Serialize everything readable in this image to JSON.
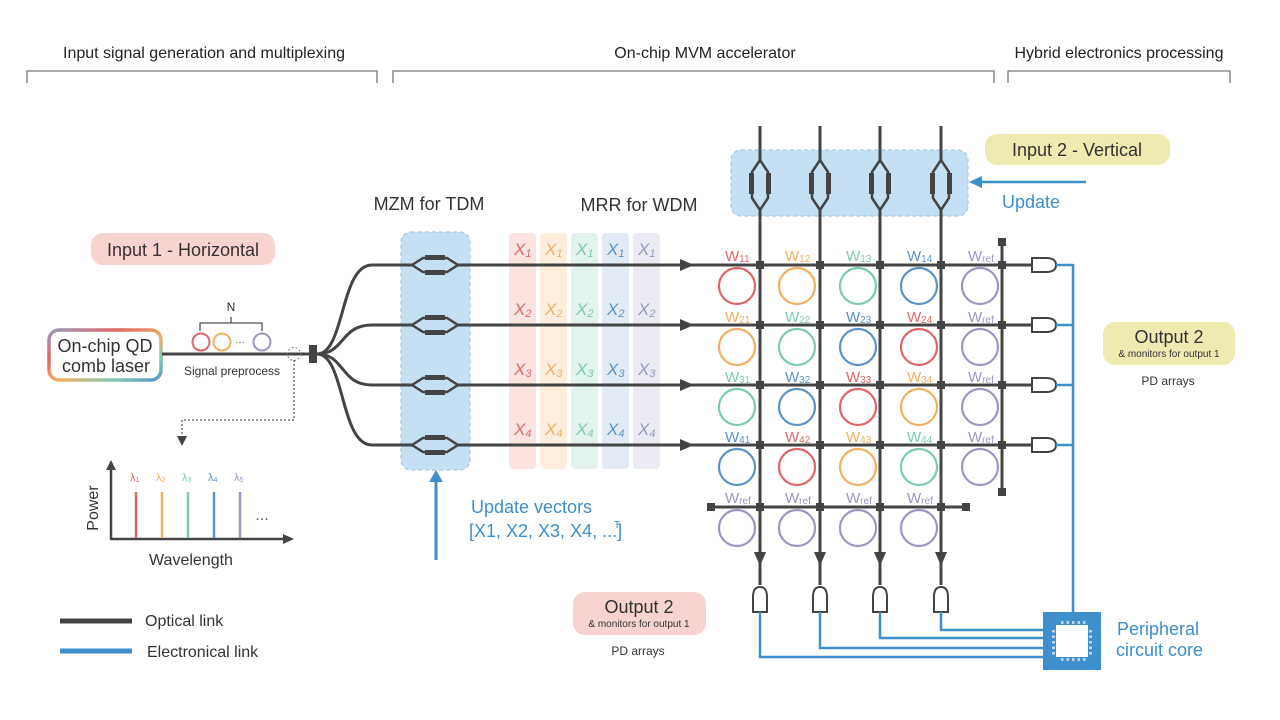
{
  "sections": [
    {
      "title": "Input signal generation and multiplexing"
    },
    {
      "title": "On-chip MVM accelerator"
    },
    {
      "title": "Hybrid electronics processing"
    }
  ],
  "colors": {
    "optical": "#444444",
    "electronic": "#3e8fcb",
    "red": "#e06666",
    "orange": "#f0b060",
    "green": "#7cc9b4",
    "blue": "#5b93c7",
    "purple": "#9a98c2",
    "pink_badge": "#f9d3cf",
    "yellow_badge": "#eeeab0",
    "modulator_box": "#c5dff3"
  },
  "input1": {
    "badge": "Input 1 - Horizontal",
    "laser_line1": "On-chip QD",
    "laser_line2": "comb laser",
    "n_label": "N",
    "ellipsis": "···",
    "preprocess_label": "Signal preprocess"
  },
  "spectrum": {
    "ylabel": "Power",
    "xlabel": "Wavelength",
    "ellipsis": "...",
    "lines": [
      {
        "label": "λ",
        "sub": "1",
        "color": "#e06666"
      },
      {
        "label": "λ",
        "sub": "2",
        "color": "#f0b060"
      },
      {
        "label": "λ",
        "sub": "3",
        "color": "#7cc9b4"
      },
      {
        "label": "λ",
        "sub": "4",
        "color": "#5b93c7"
      },
      {
        "label": "λ",
        "sub": "5",
        "color": "#9a98c2"
      }
    ]
  },
  "legend": [
    {
      "label": "Optical link",
      "color": "#444444"
    },
    {
      "label": "Electronical link",
      "color": "#3e8fcb"
    }
  ],
  "mzm": {
    "title": "MZM for TDM"
  },
  "mrr": {
    "title": "MRR for WDM",
    "column_colors": [
      "#e06666",
      "#f0b060",
      "#7cc9b4",
      "#5b93c7",
      "#9a98c2"
    ],
    "column_bg": [
      "#fbe3e0",
      "#fdeedd",
      "#e3f3ee",
      "#e2ebf5",
      "#ebebf3"
    ],
    "rows": [
      "1",
      "2",
      "3",
      "4"
    ],
    "var": "X"
  },
  "update_vectors": {
    "line1": "Update vectors",
    "line2": "[X1, X2, X3, X4, ...]",
    "superscript": "T"
  },
  "input2": {
    "badge": "Input 2 - Vertical",
    "update_label": "Update"
  },
  "weights": {
    "rows": [
      [
        {
          "t": "W",
          "s": "11",
          "c": "#e06666"
        },
        {
          "t": "W",
          "s": "12",
          "c": "#f0b060"
        },
        {
          "t": "W",
          "s": "13",
          "c": "#7cc9b4"
        },
        {
          "t": "W",
          "s": "14",
          "c": "#5b93c7"
        },
        {
          "t": "W",
          "s": "ref",
          "c": "#9a98c2"
        }
      ],
      [
        {
          "t": "W",
          "s": "21",
          "c": "#f0b060"
        },
        {
          "t": "W",
          "s": "22",
          "c": "#7cc9b4"
        },
        {
          "t": "W",
          "s": "23",
          "c": "#5b93c7"
        },
        {
          "t": "W",
          "s": "24",
          "c": "#e06666"
        },
        {
          "t": "W",
          "s": "ref",
          "c": "#9a98c2"
        }
      ],
      [
        {
          "t": "W",
          "s": "31",
          "c": "#7cc9b4"
        },
        {
          "t": "W",
          "s": "32",
          "c": "#5b93c7"
        },
        {
          "t": "W",
          "s": "33",
          "c": "#e06666"
        },
        {
          "t": "W",
          "s": "34",
          "c": "#f0b060"
        },
        {
          "t": "W",
          "s": "ref",
          "c": "#9a98c2"
        }
      ],
      [
        {
          "t": "W",
          "s": "41",
          "c": "#5b93c7"
        },
        {
          "t": "W",
          "s": "42",
          "c": "#e06666"
        },
        {
          "t": "W",
          "s": "43",
          "c": "#f0b060"
        },
        {
          "t": "W",
          "s": "44",
          "c": "#7cc9b4"
        },
        {
          "t": "W",
          "s": "ref",
          "c": "#9a98c2"
        }
      ],
      [
        {
          "t": "W",
          "s": "ref",
          "c": "#9a98c2"
        },
        {
          "t": "W",
          "s": "ref",
          "c": "#9a98c2"
        },
        {
          "t": "W",
          "s": "ref",
          "c": "#9a98c2"
        },
        {
          "t": "W",
          "s": "ref",
          "c": "#9a98c2"
        }
      ]
    ]
  },
  "output_right": {
    "badge_title": "Output 2",
    "badge_sub": "& monitors for output 1",
    "caption": "PD arrays"
  },
  "output_bottom": {
    "badge_title": "Output 2",
    "badge_sub": "& monitors for output 1",
    "caption": "PD arrays"
  },
  "peripheral": {
    "line1": "Peripheral",
    "line2": "circuit core"
  }
}
